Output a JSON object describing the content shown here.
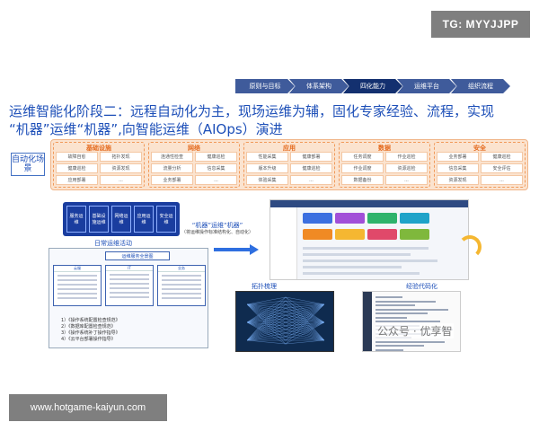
{
  "watermark_top": "TG: MYYJJPP",
  "nav_steps": [
    "原则与目标",
    "体系架构",
    "四化能力",
    "运维平台",
    "组织流程"
  ],
  "active_step": 2,
  "title_line1": "运维智能化阶段二：远程自动化为主，现场运维为辅，固化专家经验、流程，实现",
  "title_line2": "“机器”运维“机器”,向智能运维（AIOps）演进",
  "scene_label": "自动化场景",
  "categories": [
    {
      "name": "基础设施",
      "items": [
        "故障自愈",
        "拓扑发现",
        "健康巡检",
        "资源发现",
        "应用部署",
        "..."
      ]
    },
    {
      "name": "网络",
      "items": [
        "连通性检查",
        "健康巡检",
        "流量分析",
        "信息采集",
        "业务部署",
        "..."
      ]
    },
    {
      "name": "应用",
      "items": [
        "性能采集",
        "健康部署",
        "版本升级",
        "健康巡检",
        "体验采集",
        "..."
      ]
    },
    {
      "name": "数据",
      "items": [
        "任务调度",
        "作业巡检",
        "作业调度",
        "资源巡检",
        "数据备份",
        "..."
      ]
    },
    {
      "name": "安全",
      "items": [
        "业务部署",
        "健康巡检",
        "信息采集",
        "安全评估",
        "资源发现",
        "..."
      ]
    }
  ],
  "blue_items": [
    "服务运维",
    "基础设施运维",
    "网络运维",
    "应用运维",
    "安全运维"
  ],
  "daily_ops": "日常运维活动",
  "org_head": "运维服务全景图",
  "org_cols": [
    "云服",
    "IT",
    "业务"
  ],
  "doc_list": [
    "1）《操作系统配置检查规范》",
    "2）《数据库配置检查规范》",
    "3）《操作系统补丁操作指导》",
    "4）《云平台部署操作指导》"
  ],
  "arrow_text": "“机器”运维“机器”",
  "arrow_sub": "（将运维操作标准结构化、自动化）",
  "lbl_topology": "拓扑梳理",
  "lbl_code": "经验代码化",
  "wm_text": "公众号 · 优享智",
  "footer": "www.hotgame-kaiyun.com",
  "colors": {
    "primary": "#1d4fb8",
    "nav": "#3f5b9b",
    "nav_active": "#13306f",
    "scene_bg": "#fbe3cf",
    "scene_accent": "#e46a1e"
  }
}
